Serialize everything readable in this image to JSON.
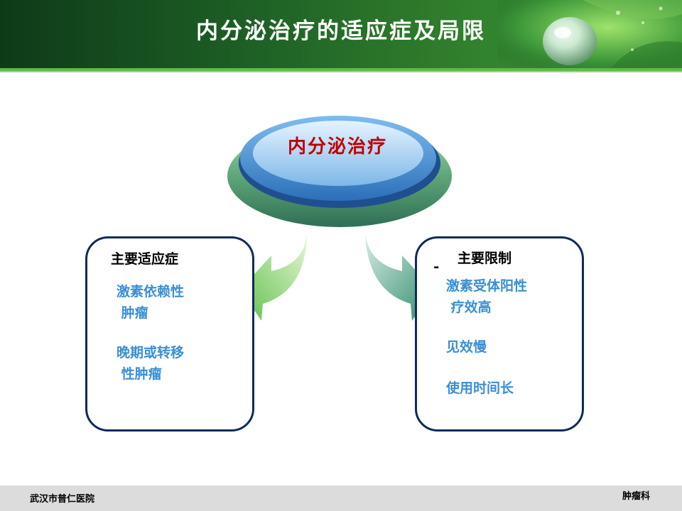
{
  "title": "内分泌治疗的适应症及局限",
  "center": {
    "label": "内分泌治疗"
  },
  "left_box": {
    "heading": "主要适应症",
    "items": [
      "激素依赖性\n 肿瘤",
      "晚期或转移\n 性肿瘤"
    ]
  },
  "right_box": {
    "marker": "-",
    "heading": "主要限制",
    "items": [
      "激素受体阳性\n 疗效高",
      "见效慢",
      "使用时间长"
    ]
  },
  "footer": {
    "hospital": "武汉市普仁医院",
    "department": "肿瘤科"
  },
  "colors": {
    "title_text": "#ffffff",
    "center_text": "#c00000",
    "item_text": "#3a8fd4",
    "box_border": "#0f2a5c"
  }
}
